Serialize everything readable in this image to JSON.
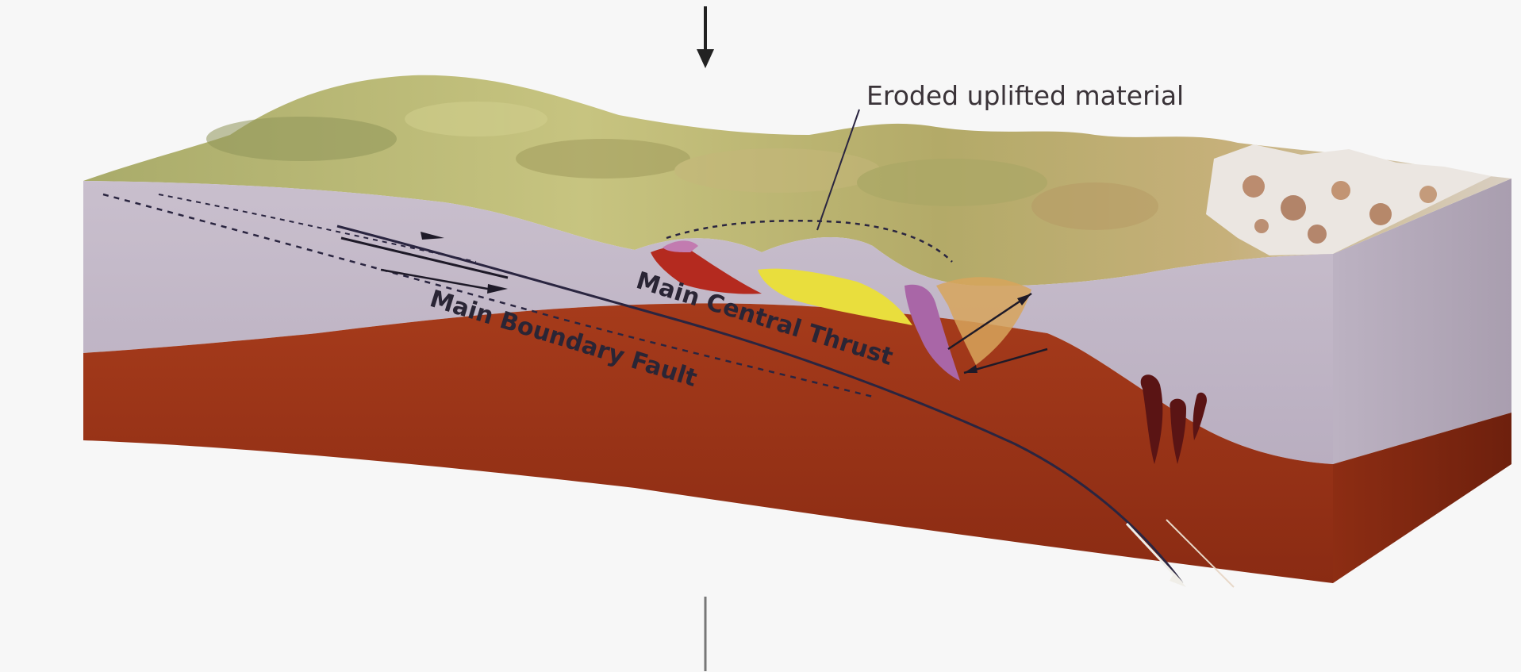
{
  "labels": {
    "eroded": "Eroded uplifted material",
    "mct": "Main Central Thrust",
    "mbf": "Main Boundary Fault"
  },
  "colors": {
    "background": "#f7f7f7",
    "crust_lavender": "#c3b8c8",
    "mantle_red": "#9a3417",
    "surface_green": "#b7b673",
    "red_unit": "#b42a1f",
    "yellow_unit": "#e9de3d",
    "magenta_unit": "#a966a7",
    "pluton": "#5a1414"
  }
}
